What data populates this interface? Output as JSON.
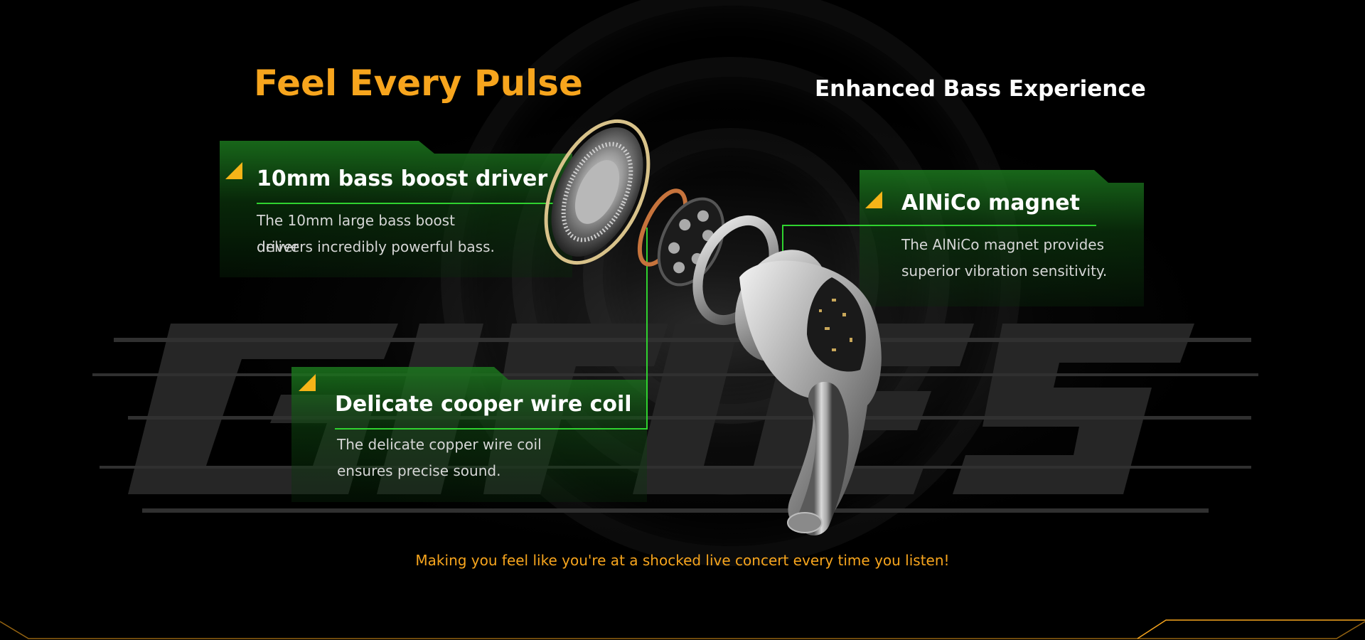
{
  "hero": {
    "title": "Feel Every Pulse",
    "subtitle": "Enhanced Bass Experience",
    "tagline": "Making you feel like you're at a shocked live concert every time you listen!"
  },
  "features": [
    {
      "title": "10mm bass boost driver",
      "line1": "The 10mm large bass boost driver",
      "line2": "delivers incredibly powerful bass."
    },
    {
      "title": "AlNiCo magnet",
      "line1": "The AlNiCo magnet provides",
      "line2": "superior vibration sensitivity."
    },
    {
      "title": "Delicate cooper wire coil",
      "line1": "The delicate copper wire coil",
      "line2": "ensures precise sound."
    }
  ],
  "colors": {
    "accent_orange": "#f7a51d",
    "accent_green": "#2fd22f",
    "corner_yellow": "#f5b418",
    "background": "#000000"
  }
}
